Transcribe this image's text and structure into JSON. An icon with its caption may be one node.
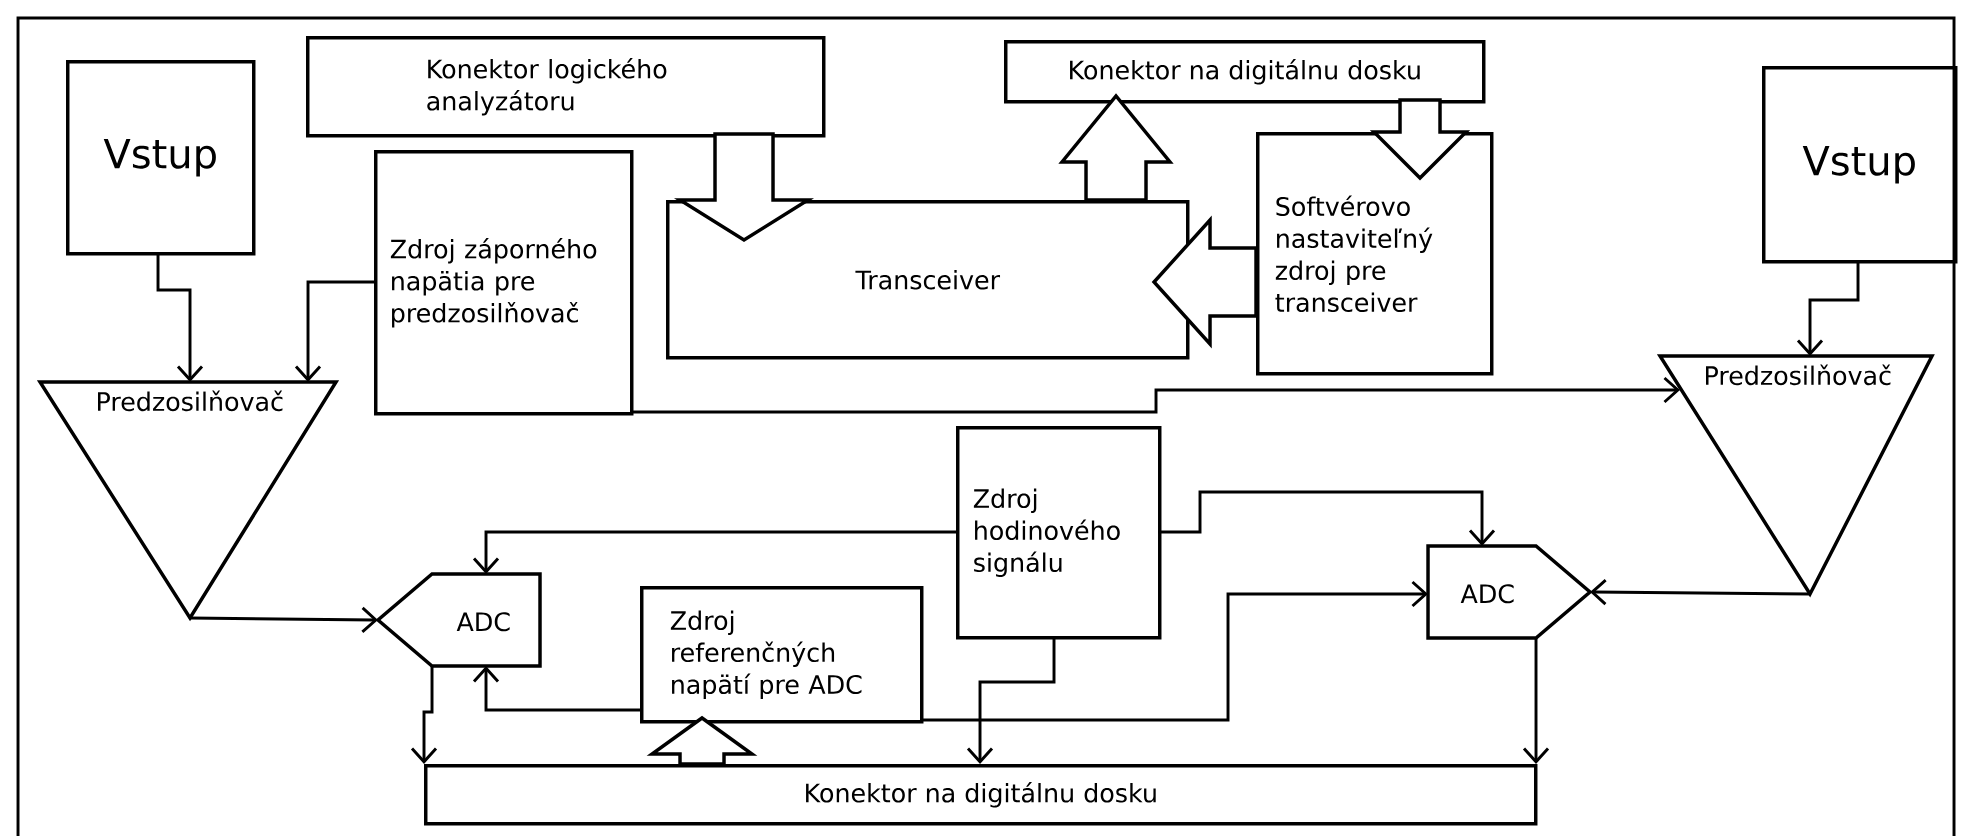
{
  "diagram": {
    "nodes": [
      {
        "text": [
          "Vstup"
        ]
      },
      {
        "text": [
          "Konektor logického analyzátoru"
        ]
      },
      {
        "text": [
          "Zdroj záporného napätia pre predzosilňovač"
        ]
      },
      {
        "text": [
          "Transceiver"
        ]
      },
      {
        "text": [
          "Konektor na digitálnu dosku"
        ]
      },
      {
        "text": [
          "Softvérovo nastaviteľný zdroj pre transceiver"
        ]
      },
      {
        "text": [
          "Vstup"
        ]
      },
      {
        "text": [
          "Predzosilňovač"
        ]
      },
      {
        "text": [
          "Predzosilňovač"
        ]
      },
      {
        "text": [
          "Zdroj hodinového signálu"
        ]
      },
      {
        "text": [
          "ADC"
        ]
      },
      {
        "text": [
          "ADC"
        ]
      },
      {
        "text": [
          "Zdroj referenčných napätí pre ADC"
        ]
      },
      {
        "text": [
          "Konektor na digitálnu dosku"
        ]
      }
    ],
    "edges": [
      {
        "from": 0,
        "to": 7,
        "arrow": "to"
      },
      {
        "from": 2,
        "to": 7,
        "arrow": "to"
      },
      {
        "from": 2,
        "to": 8,
        "arrow": "to"
      },
      {
        "from": 6,
        "to": 8,
        "arrow": "to"
      },
      {
        "from": 7,
        "to": 10,
        "arrow": "to"
      },
      {
        "from": 8,
        "to": 11,
        "arrow": "to"
      },
      {
        "from": 9,
        "to": 10,
        "arrow": "to"
      },
      {
        "from": 9,
        "to": 11,
        "arrow": "to"
      },
      {
        "from": 12,
        "to": 10,
        "arrow": "to"
      },
      {
        "from": 12,
        "to": 11,
        "arrow": "to"
      },
      {
        "from": 9,
        "to": 13,
        "arrow": "to"
      },
      {
        "from": 10,
        "to": 13,
        "arrow": "to"
      },
      {
        "from": 11,
        "to": 13,
        "arrow": "to"
      },
      {
        "from": 1,
        "to": 3,
        "arrow": "to",
        "style": "thick"
      },
      {
        "from": 3,
        "to": 4,
        "arrow": "to",
        "style": "thick"
      },
      {
        "from": 4,
        "to": 5,
        "arrow": "to",
        "style": "thick"
      },
      {
        "from": 5,
        "to": 3,
        "arrow": "to",
        "style": "thick"
      },
      {
        "from": 13,
        "to": 12,
        "arrow": "to",
        "style": "thick"
      }
    ]
  }
}
